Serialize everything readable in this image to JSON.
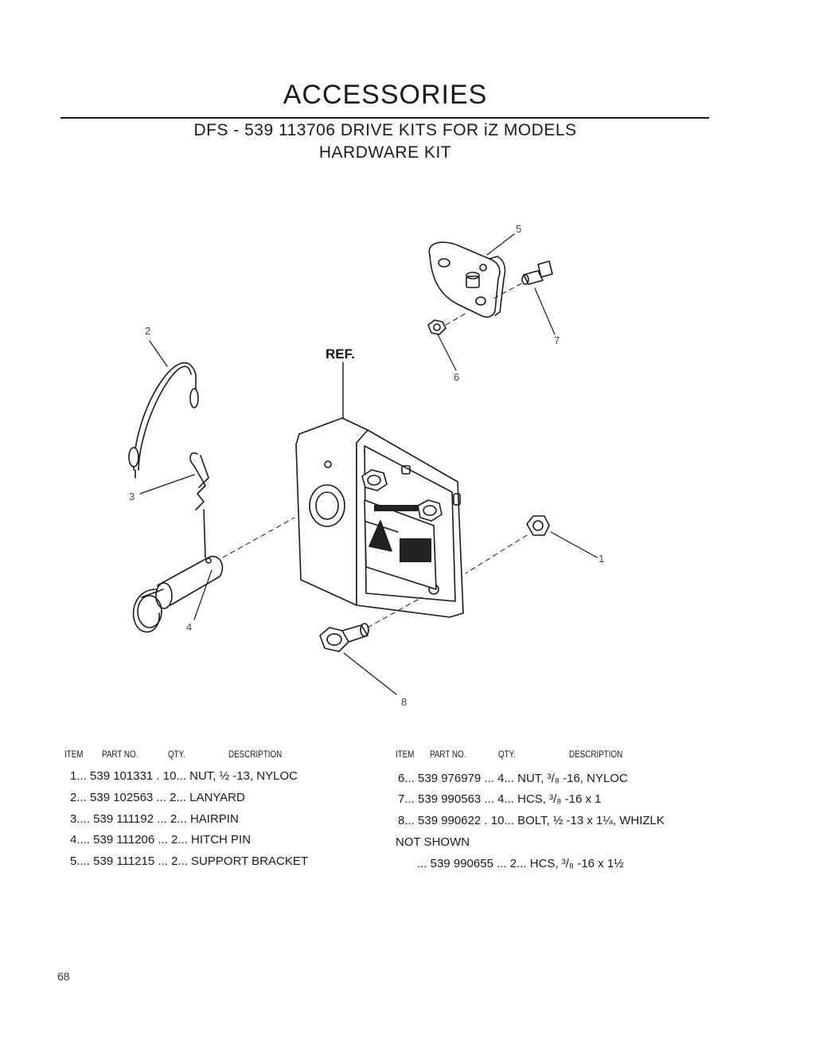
{
  "header": {
    "title": "ACCESSORIES",
    "subtitle_line1": "DFS - 539 113706  DRIVE KITS FOR iZ MODELS",
    "subtitle_line2": "HARDWARE KIT"
  },
  "diagram": {
    "ref_label": "REF.",
    "callouts": [
      "1",
      "2",
      "3",
      "4",
      "5",
      "6",
      "7",
      "8"
    ]
  },
  "table": {
    "headers": {
      "item": "ITEM",
      "part": "PART NO.",
      "qty": "QTY.",
      "desc": "DESCRIPTION"
    },
    "left_rows": [
      "1... 539 101331 . 10... NUT, ½ -13, NYLOC",
      "2... 539 102563 ... 2... LANYARD",
      "3.... 539 111192 ... 2... HAIRPIN",
      "4.... 539 111206 ... 2... HITCH PIN",
      "5.... 539 111215 ... 2... SUPPORT BRACKET"
    ],
    "right_rows": [
      "6... 539 976979 ... 4... NUT, ³/₈ -16, NYLOC",
      "7... 539 990563 ... 4... HCS, ³/₈ -16 x 1",
      "8... 539 990622 . 10... BOLT, ½ -13 x 1¼, WHIZLK"
    ],
    "not_shown_label": "NOT SHOWN",
    "not_shown_row": "... 539 990655 ... 2... HCS, ³/₈ -16 x 1½"
  },
  "footer": {
    "page_number": "68"
  }
}
